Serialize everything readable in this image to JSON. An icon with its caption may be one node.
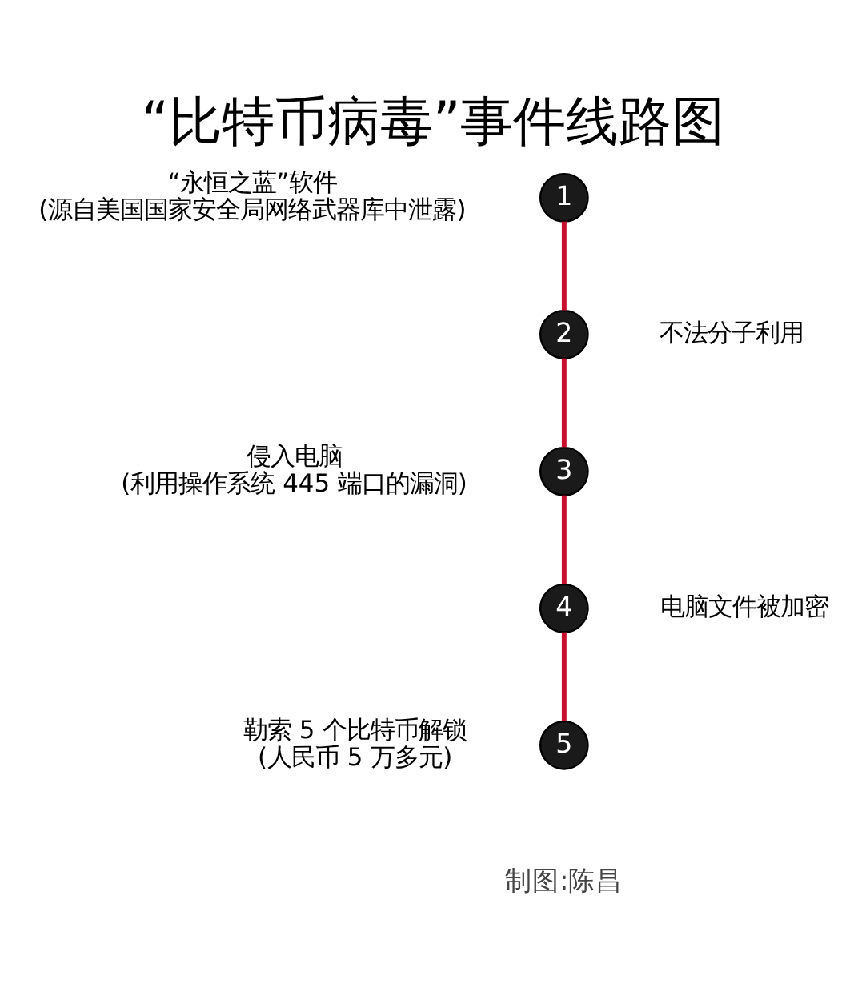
{
  "diagram": {
    "title": "“比特币病毒”事件线路图",
    "nodes": [
      {
        "text": [
          "1"
        ],
        "beside": [
          "“永恒之蓝”软件",
          "(源自美国国家安全局网络武器库中泄露)"
        ]
      },
      {
        "text": [
          "2"
        ],
        "beside": [
          "不法分子利用"
        ]
      },
      {
        "text": [
          "3"
        ],
        "beside": [
          "侵入电脑",
          "(利用操作系统 445 端口的漏洞)"
        ]
      },
      {
        "text": [
          "4"
        ],
        "beside": [
          "电脑文件被加密"
        ]
      },
      {
        "text": [
          "5"
        ],
        "beside": [
          "勒索 5 个比特币解锁",
          "(人民币 5 万多元)"
        ]
      }
    ],
    "edges": [
      {
        "from": 0,
        "to": 1,
        "arrow": "none"
      },
      {
        "from": 1,
        "to": 2,
        "arrow": "none"
      },
      {
        "from": 2,
        "to": 3,
        "arrow": "none"
      },
      {
        "from": 3,
        "to": 4,
        "arrow": "none"
      }
    ],
    "labels": [
      "制图:陈昌"
    ]
  }
}
